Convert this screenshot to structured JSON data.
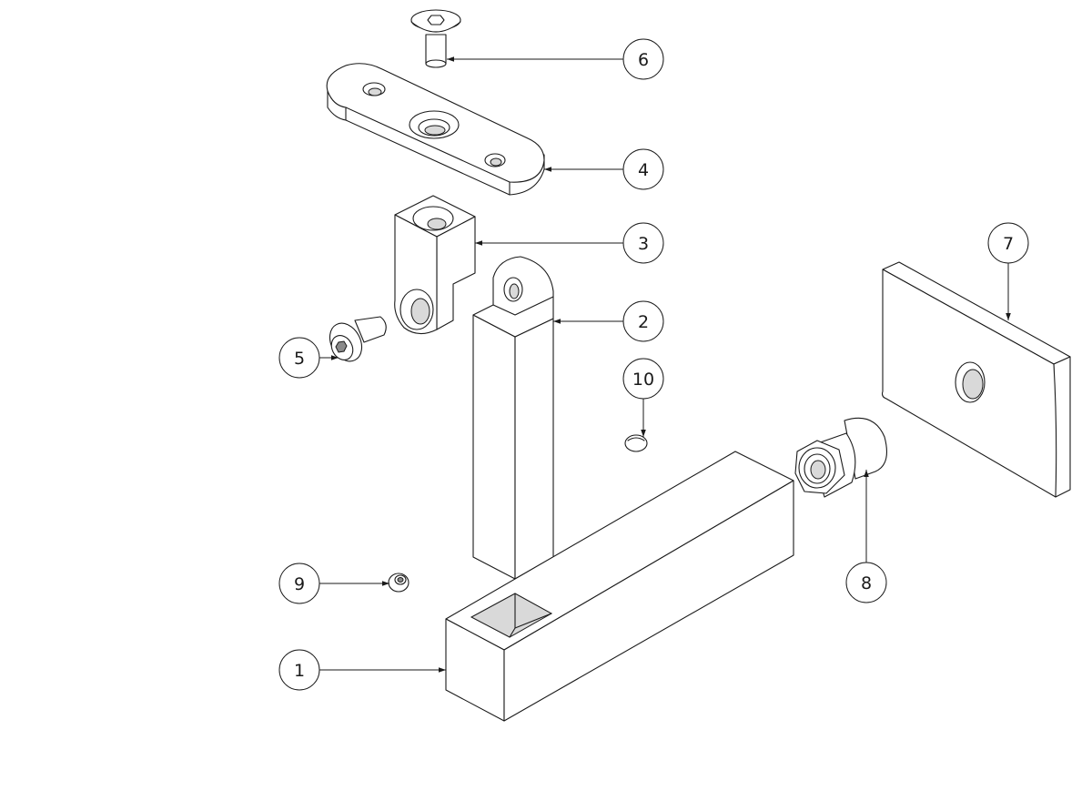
{
  "balloons": [
    {
      "id": "1",
      "label": "1"
    },
    {
      "id": "2",
      "label": "2"
    },
    {
      "id": "3",
      "label": "3"
    },
    {
      "id": "4",
      "label": "4"
    },
    {
      "id": "5",
      "label": "5"
    },
    {
      "id": "6",
      "label": "6"
    },
    {
      "id": "7",
      "label": "7"
    },
    {
      "id": "8",
      "label": "8"
    },
    {
      "id": "9",
      "label": "9"
    },
    {
      "id": "10",
      "label": "10"
    }
  ]
}
